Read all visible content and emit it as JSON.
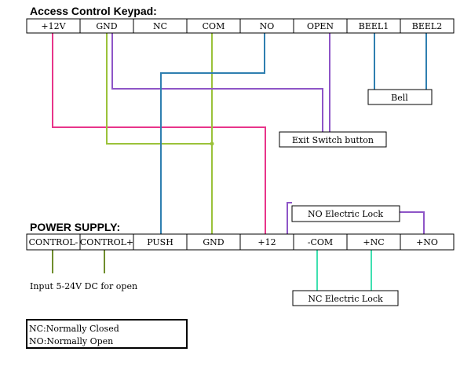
{
  "keypad": {
    "title": "Access Control Keypad:",
    "terminals": [
      "+12V",
      "GND",
      "NC",
      "COM",
      "NO",
      "OPEN",
      "BEEL1",
      "BEEL2"
    ]
  },
  "power_supply": {
    "title": "POWER SUPPLY:",
    "terminals": [
      "CONTROL-",
      "CONTROL+",
      "PUSH",
      "GND",
      "+12",
      "-COM",
      "+NC",
      "+NO"
    ]
  },
  "components": {
    "bell": "Bell",
    "exit_switch": "Exit Switch button",
    "no_lock": "NO Electric Lock",
    "nc_lock": "NC Electric Lock",
    "input_note": "Input 5-24V DC for open"
  },
  "legend": {
    "line1": "NC:Normally Closed",
    "line2": "NO:Normally Open"
  },
  "colors": {
    "plus12_wire": "#e8358a",
    "gnd_wire": "#9bc23a",
    "gnd_exit_wire": "#8e55c7",
    "no_push_wire": "#2f7fb0",
    "bell_wire": "#2f7fb0",
    "no_lock_wire": "#8e55c7",
    "nc_lock_wire": "#3fe0b0",
    "control_wire": "#6f8d2c"
  }
}
